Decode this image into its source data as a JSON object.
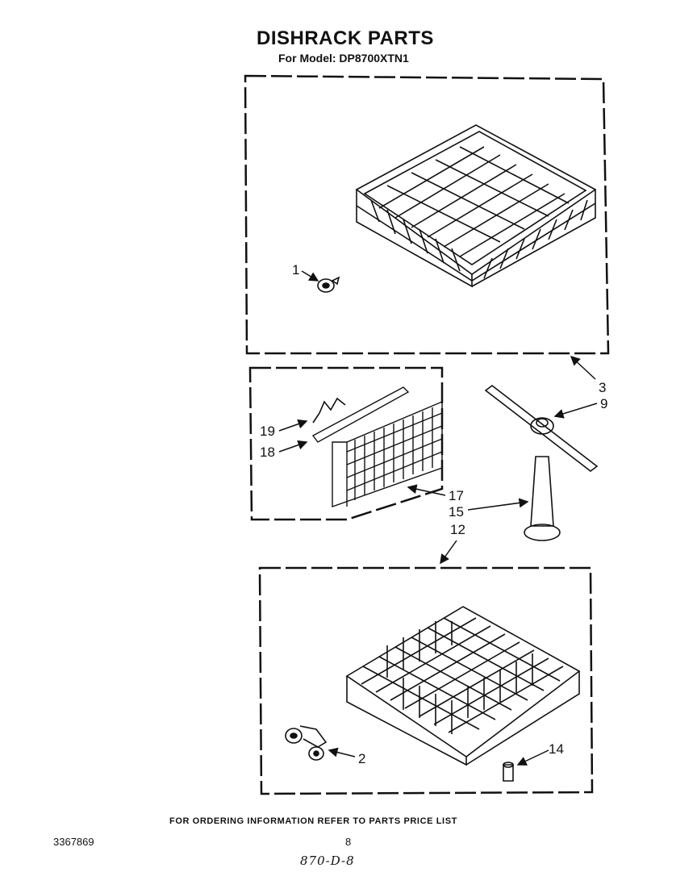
{
  "header": {
    "title": "DISHRACK PARTS",
    "subtitle": "For Model: DP8700XTN1"
  },
  "callouts": {
    "c1": "1",
    "c2": "2",
    "c3": "3",
    "c9": "9",
    "c12": "12",
    "c14": "14",
    "c15": "15",
    "c17": "17",
    "c18": "18",
    "c19": "19"
  },
  "footer": {
    "ordering_note": "FOR ORDERING INFORMATION REFER TO PARTS PRICE LIST",
    "document_number": "3367869",
    "page_number": "8",
    "handwritten_note": "870-D-8"
  }
}
